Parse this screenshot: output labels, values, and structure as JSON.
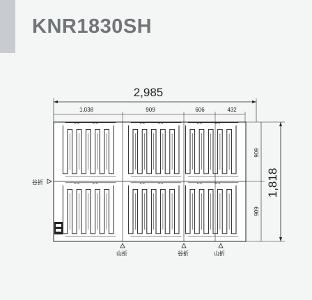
{
  "title": "KNR1830SH",
  "dimensions": {
    "total_width": "2,985",
    "total_height": "1,818",
    "segments": [
      "1,038",
      "909",
      "606",
      "432"
    ],
    "row_upper": "909",
    "row_lower": "909"
  },
  "fold_labels": {
    "left": "谷折",
    "bottom_1": "山折",
    "bottom_2": "谷折",
    "bottom_3": "山折"
  },
  "colors": {
    "line": "#222222",
    "title": "#707579",
    "strip": "#c8cbd0",
    "background": "#f4f5f5"
  }
}
